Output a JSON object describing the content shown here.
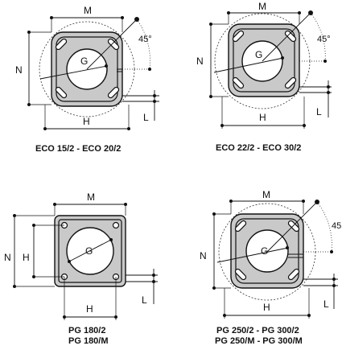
{
  "labels": {
    "m": "M",
    "n": "N",
    "h": "H",
    "g": "G",
    "l": "L",
    "angle": "45°",
    "angle_clipped": "45"
  },
  "captions": {
    "eco_small": "ECO 15/2 - ECO 20/2",
    "eco_large": "ECO 22/2 - ECO 30/2",
    "pg180_line1": "PG 180/2",
    "pg180_line2": "PG 180/M",
    "pg250_line1": "PG 250/2 - PG 300/2",
    "pg250_line2": "PG 250/M - PG 300/M"
  }
}
